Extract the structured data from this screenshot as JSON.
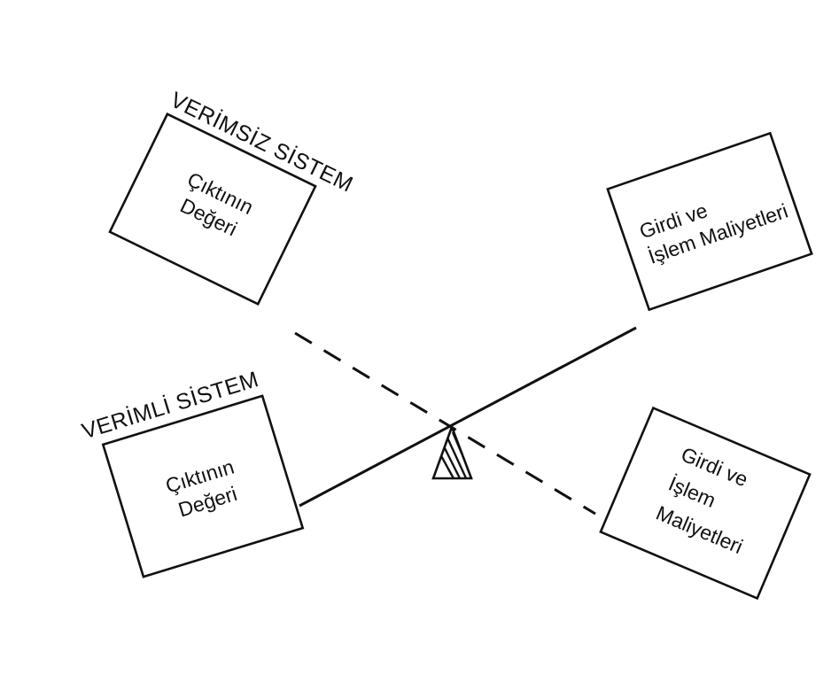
{
  "diagram": {
    "inefficient": {
      "title": "VERİMSİZ SİSTEM",
      "left_box": {
        "line1": "Çıktının",
        "line2": "Değeri"
      },
      "right_box": {
        "line1": "Girdi ve",
        "line2": "İşlem Maliyetleri"
      }
    },
    "efficient": {
      "title": "VERİMLİ SİSTEM",
      "left_box": {
        "line1": "Çıktının",
        "line2": "Değeri"
      },
      "right_box": {
        "line1": "Girdi ve",
        "line2": "İşlem",
        "line3": "Maliyetleri"
      }
    }
  }
}
